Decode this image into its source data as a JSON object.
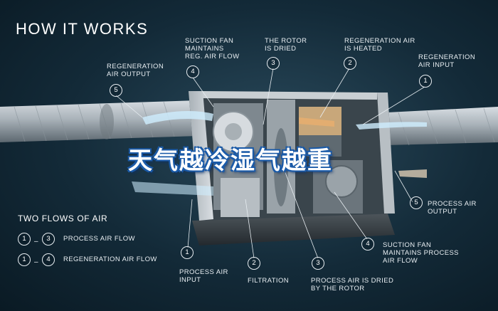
{
  "title": "HOW IT WORKS",
  "watermark": "天气越冷湿气越重",
  "colors": {
    "background": "#132a38",
    "airflow": "#9fd8ff",
    "text": "#e8eef2",
    "watermark_outline": "#1a5aa8"
  },
  "callouts": {
    "regen_output": {
      "number": "5",
      "label": "REGENERATION\nAIR OUTPUT"
    },
    "suction_fan_regen": {
      "number": "4",
      "label": "SUCTION FAN\nMAINTAINS\nREG. AIR FLOW"
    },
    "rotor_dried": {
      "number": "3",
      "label": "THE ROTOR\nIS DRIED"
    },
    "regen_heated": {
      "number": "2",
      "label": "REGENERATION AIR\nIS HEATED"
    },
    "regen_input": {
      "number": "1",
      "label": "REGENERATION\nAIR INPUT"
    },
    "process_output": {
      "number": "5",
      "label": "PROCESS AIR\nOUTPUT"
    },
    "suction_fan_process": {
      "number": "4",
      "label": "SUCTION FAN\nMAINTAINS PROCESS\nAIR FLOW"
    },
    "process_input": {
      "number": "1",
      "label": "PROCESS AIR\nINPUT"
    },
    "filtration": {
      "number": "2",
      "label": "FILTRATION"
    },
    "process_dried": {
      "number": "3",
      "label": "PROCESS AIR IS DRIED\nBY THE ROTOR"
    }
  },
  "legend": {
    "title": "TWO FLOWS OF AIR",
    "rows": [
      {
        "from": "1",
        "to": "3",
        "label": "PROCESS AIR FLOW"
      },
      {
        "from": "1",
        "to": "4",
        "label": "REGENERATION AIR FLOW"
      }
    ]
  }
}
